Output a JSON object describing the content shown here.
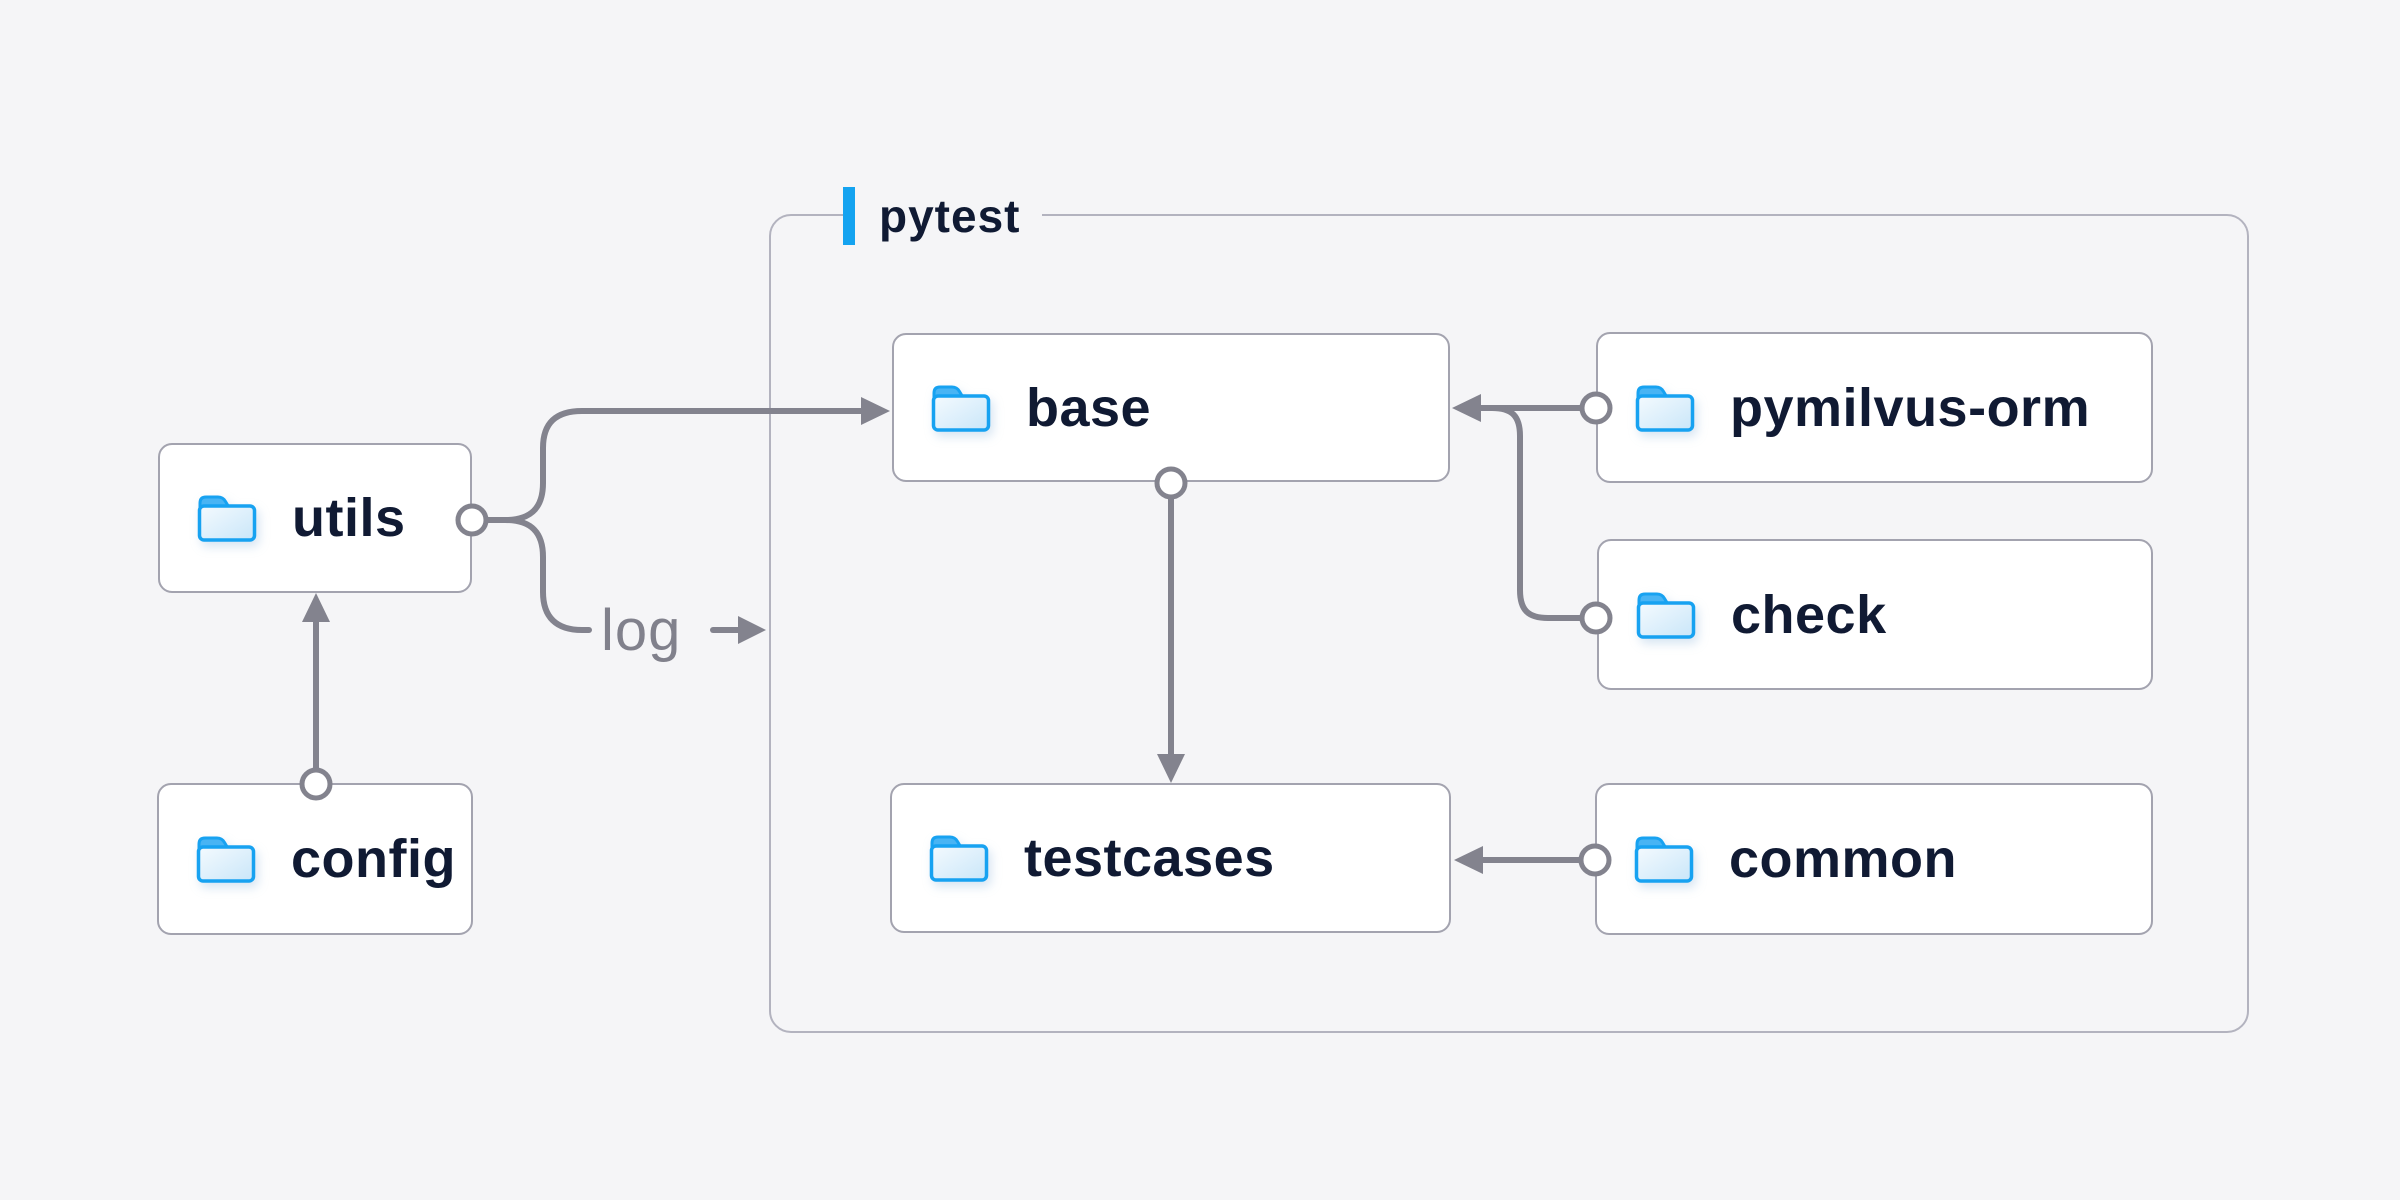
{
  "diagram": {
    "group": {
      "label": "pytest"
    },
    "edge_label": "log",
    "nodes": [
      {
        "id": "utils",
        "label": "utils",
        "icon": "folder-icon",
        "group": null
      },
      {
        "id": "config",
        "label": "config",
        "icon": "folder-icon",
        "group": null
      },
      {
        "id": "base",
        "label": "base",
        "icon": "folder-icon",
        "group": "pytest"
      },
      {
        "id": "testcases",
        "label": "testcases",
        "icon": "folder-icon",
        "group": "pytest"
      },
      {
        "id": "pymilvus-orm",
        "label": "pymilvus-orm",
        "icon": "folder-icon",
        "group": "pytest"
      },
      {
        "id": "check",
        "label": "check",
        "icon": "folder-icon",
        "group": "pytest"
      },
      {
        "id": "common",
        "label": "common",
        "icon": "folder-icon",
        "group": "pytest"
      }
    ],
    "edges": [
      {
        "from": "config",
        "to": "utils",
        "style": "arrow"
      },
      {
        "from": "utils",
        "to": "base",
        "style": "arrow"
      },
      {
        "from": "utils",
        "to": "pytest-group",
        "style": "arrow",
        "label": "log"
      },
      {
        "from": "pymilvus-orm",
        "to": "base",
        "style": "arrow"
      },
      {
        "from": "check",
        "to": "base",
        "style": "arrow"
      },
      {
        "from": "base",
        "to": "testcases",
        "style": "arrow"
      },
      {
        "from": "common",
        "to": "testcases",
        "style": "arrow"
      }
    ],
    "colors": {
      "background": "#f5f5f7",
      "node_fill": "#ffffff",
      "node_border": "#a3a3af",
      "group_border": "#b3b3bf",
      "connector": "#83838e",
      "node_label_text": "#101a33",
      "edge_label_text": "#81818c",
      "accent_blue": "#14a3f0",
      "folder_outline_blue": "#17a2f1",
      "folder_tab_blue": "#48b4f4"
    }
  }
}
